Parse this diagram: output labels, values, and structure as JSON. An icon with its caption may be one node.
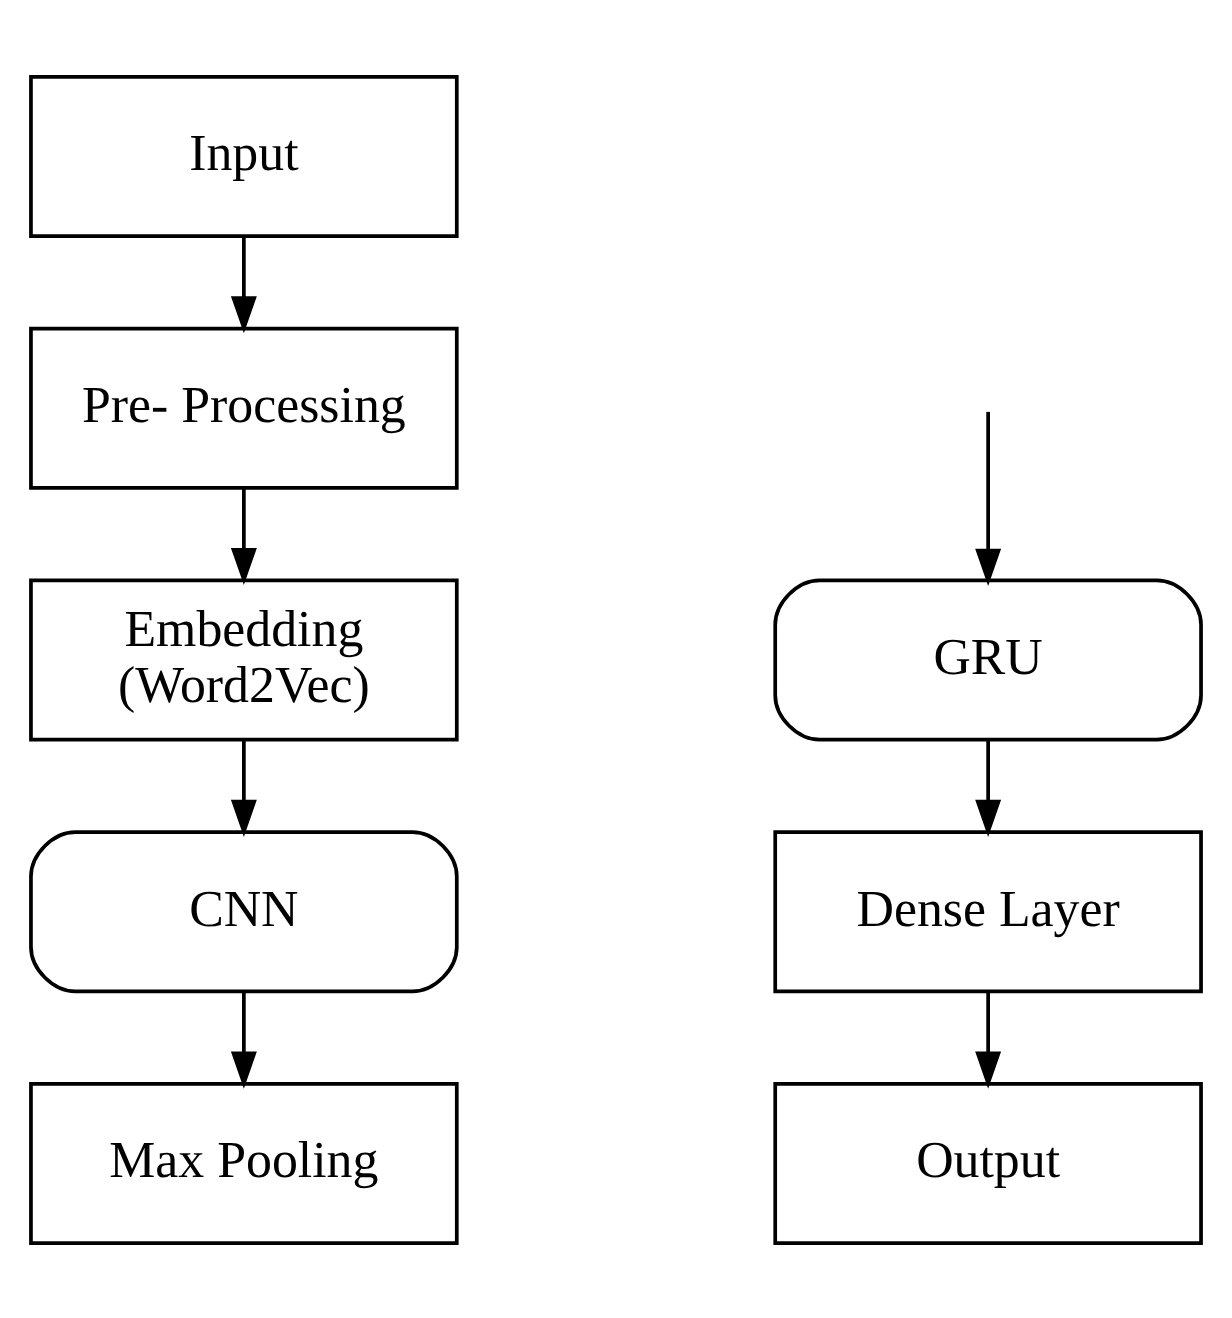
{
  "diagram": {
    "nodes": [
      {
        "text": [
          "Input"
        ]
      },
      {
        "text": [
          "Pre- Processing"
        ]
      },
      {
        "text": [
          "Embedding",
          "(Word2Vec)"
        ]
      },
      {
        "text": [
          "CNN"
        ]
      },
      {
        "text": [
          "Max Pooling"
        ]
      },
      {
        "text": [
          "GRU"
        ]
      },
      {
        "text": [
          "Dense Layer"
        ]
      },
      {
        "text": [
          "Output"
        ]
      }
    ],
    "edges": [
      {
        "from": 0,
        "to": 1,
        "arrow": "to"
      },
      {
        "from": 1,
        "to": 2,
        "arrow": "to"
      },
      {
        "from": 2,
        "to": 3,
        "arrow": "to"
      },
      {
        "from": 3,
        "to": 4,
        "arrow": "to"
      },
      {
        "from": null,
        "to": 5,
        "arrow": "to"
      },
      {
        "from": 5,
        "to": 6,
        "arrow": "to"
      },
      {
        "from": 6,
        "to": 7,
        "arrow": "to"
      }
    ]
  }
}
